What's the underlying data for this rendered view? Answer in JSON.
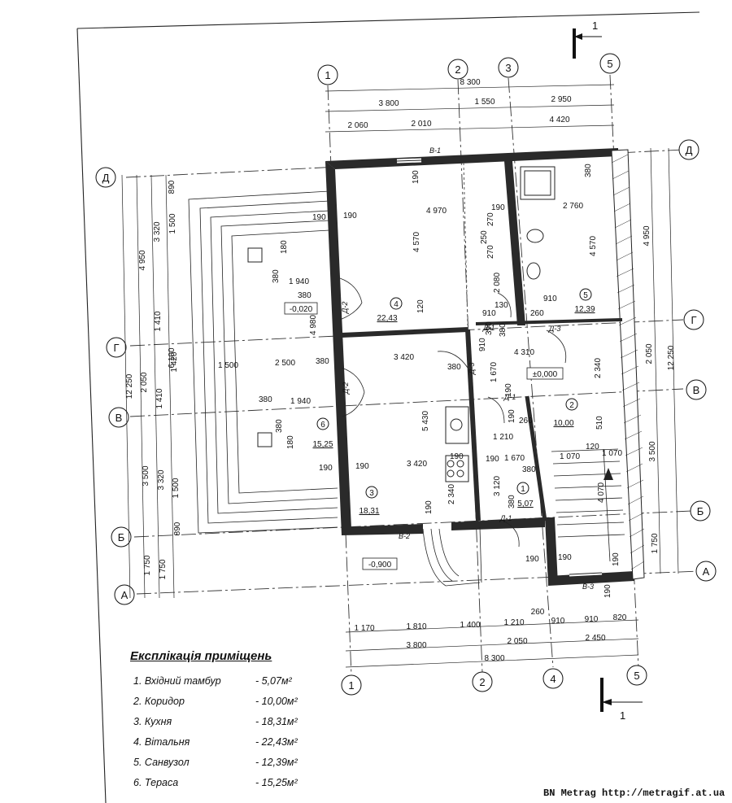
{
  "section_marks": {
    "top": "1",
    "bottom": "1"
  },
  "axes": {
    "top": [
      "1",
      "2",
      "3",
      "5"
    ],
    "bottom": [
      "1",
      "2",
      "4",
      "5"
    ],
    "left": [
      "Д",
      "Г",
      "В",
      "Б",
      "А"
    ],
    "right": [
      "Д",
      "Г",
      "В",
      "Б",
      "А"
    ]
  },
  "dims_top": {
    "overall": "8 300",
    "row2": [
      "3 800",
      "1 550",
      "2 950"
    ],
    "row3": [
      "2 060",
      "2 010",
      "4 420"
    ]
  },
  "dims_bottom": {
    "row1": [
      "1 170",
      "1 810",
      "1 400",
      "1 210",
      "260",
      "910",
      "910",
      "820"
    ],
    "row2": [
      "3 800",
      "2 050",
      "2 450"
    ],
    "overall": "8 300"
  },
  "dims_left": {
    "outer": [
      "12 250"
    ],
    "col2": [
      "4 950",
      "2 050",
      "3 500",
      "1 750"
    ],
    "col3": [
      "3 320",
      "1 410",
      "1 410",
      "3 320",
      "1 750"
    ],
    "col4": [
      "890",
      "1 500",
      "1 420",
      "6 100",
      "1 500",
      "890"
    ]
  },
  "dims_right": {
    "col1": [
      "4 950",
      "2 050",
      "3 500",
      "1 750"
    ],
    "outer": "12 250"
  },
  "inner_dims": [
    "190",
    "190",
    "4 970",
    "190",
    "2 760",
    "190",
    "4 570",
    "270",
    "250",
    "270",
    "2 080",
    "4 570",
    "380",
    "1 940",
    "380",
    "4 980",
    "130",
    "910",
    "910",
    "260",
    "380",
    "1 500",
    "2 500",
    "380",
    "3 420",
    "4 310",
    "380",
    "1 670",
    "390",
    "910",
    "2 340",
    "2 050",
    "380",
    "1 940",
    "5 430",
    "190",
    "190",
    "380",
    "260",
    "510",
    "1 210",
    "180",
    "190",
    "1 670",
    "120",
    "1 070",
    "190",
    "190",
    "3 420",
    "190",
    "1 070",
    "380",
    "3 120",
    "2 340",
    "380",
    "190",
    "4 070",
    "190",
    "190",
    "190",
    "180",
    "380",
    "120",
    "190"
  ],
  "levels": [
    "-0,020",
    "±0,000",
    "-0,900"
  ],
  "rooms": [
    {
      "num": "4",
      "area": "22,43"
    },
    {
      "num": "5",
      "area": "12,39"
    },
    {
      "num": "2",
      "area": "10,00"
    },
    {
      "num": "3",
      "area": "18,31"
    },
    {
      "num": "1",
      "area": "5,07"
    },
    {
      "num": "6",
      "area": "15,25"
    }
  ],
  "labels": [
    "В-1",
    "В-2",
    "В-3",
    "Д-2",
    "Д-2",
    "Д-3",
    "Д-3",
    "Д-1",
    "Д-1",
    "Д-1"
  ],
  "legend": {
    "title": "Експлікація приміщень",
    "items": [
      {
        "name": "1. Вхідний тамбур",
        "area": "- 5,07м²"
      },
      {
        "name": "2. Коридор",
        "area": "- 10,00м²"
      },
      {
        "name": "3. Кухня",
        "area": "- 18,31м²"
      },
      {
        "name": "4. Вітальня",
        "area": "- 22,43м²"
      },
      {
        "name": "5. Санвузол",
        "area": "- 12,39м²"
      },
      {
        "name": "6. Тераса",
        "area": "- 15,25м²"
      }
    ]
  },
  "watermark": "BN Metrag http://metragif.at.ua"
}
